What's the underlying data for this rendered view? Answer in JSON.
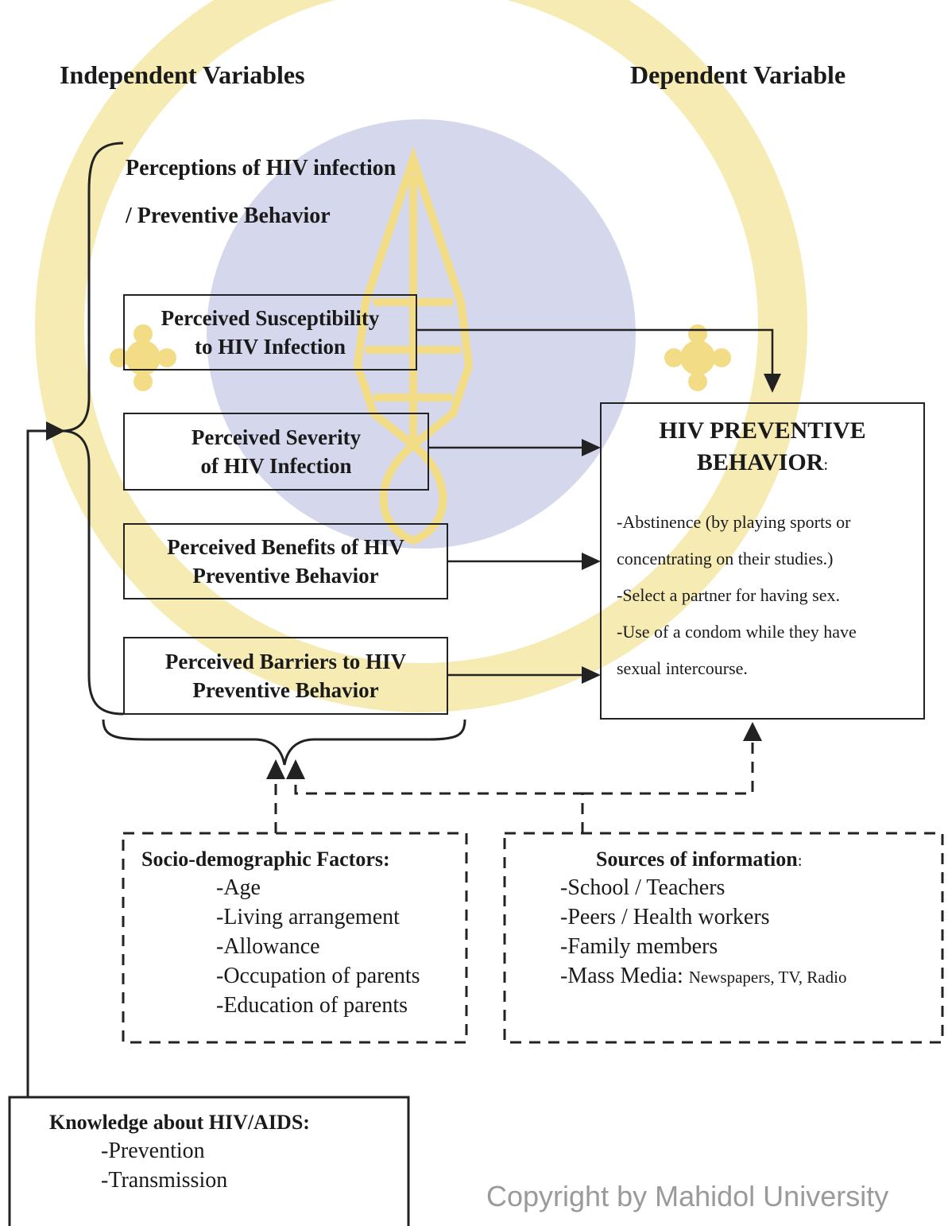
{
  "headings": {
    "independent": "Independent Variables",
    "dependent": "Dependent Variable"
  },
  "perceptions": {
    "title_line1": "Perceptions of HIV infection",
    "title_line2": "/ Preventive Behavior",
    "boxes": [
      {
        "line1": "Perceived Susceptibility",
        "line2": "to HIV Infection"
      },
      {
        "line1": "Perceived Severity",
        "line2": "of HIV Infection"
      },
      {
        "line1": "Perceived Benefits of HIV",
        "line2": "Preventive Behavior"
      },
      {
        "line1": "Perceived Barriers to HIV",
        "line2": "Preventive Behavior"
      }
    ]
  },
  "dependent_box": {
    "title_line1": "HIV PREVENTIVE",
    "title_line2": "BEHAVIOR",
    "title_suffix": ":",
    "items": [
      "-Abstinence (by playing sports or",
      "concentrating on their studies.)",
      "-Select a partner for having sex.",
      "-Use of a condom while they have",
      "sexual intercourse."
    ]
  },
  "socio": {
    "title": "Socio-demographic Factors:",
    "items": [
      "-Age",
      "-Living arrangement",
      "-Allowance",
      "-Occupation of parents",
      "-Education of parents"
    ]
  },
  "sources": {
    "title": "Sources of information",
    "title_suffix": ":",
    "items": [
      "-School / Teachers",
      "-Peers / Health workers",
      "-Family members"
    ],
    "media_label": "-Mass Media: ",
    "media_detail": "Newspapers, TV, Radio"
  },
  "knowledge": {
    "title": "Knowledge about HIV/AIDS:",
    "items": [
      "-Prevention",
      "-Transmission"
    ]
  },
  "copyright": "Copyright by Mahidol University",
  "colors": {
    "watermark_disc": "#d5d8ec",
    "watermark_ring": "#f6ebb3",
    "watermark_crest": "#f2dc86",
    "ink": "#222222"
  }
}
